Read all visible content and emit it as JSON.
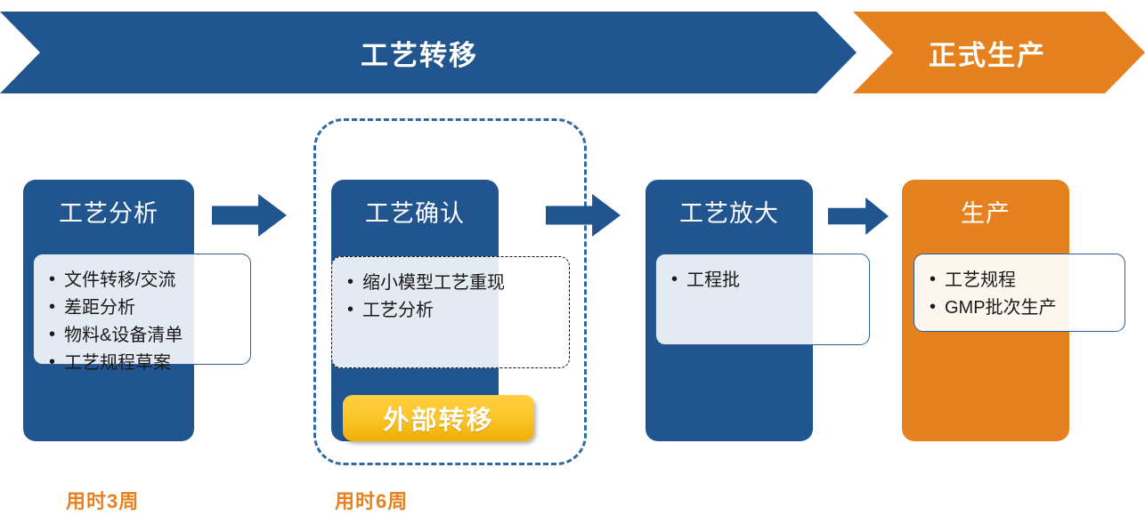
{
  "banner": {
    "segments": [
      {
        "label": "工艺转移",
        "color": "#21558F"
      },
      {
        "label": "正式生产",
        "color": "#E5811F"
      }
    ]
  },
  "stages": [
    {
      "id": "process-analysis",
      "title": "工艺分析",
      "color": "#21558F",
      "bullets": [
        "文件转移/交流",
        "差距分析",
        "物料&设备清单",
        "工艺规程草案"
      ],
      "duration": "用时3周"
    },
    {
      "id": "process-confirmation",
      "title": "工艺确认",
      "color": "#21558F",
      "bullets": [
        "缩小模型工艺重现",
        "工艺分析"
      ],
      "badge": "外部转移",
      "duration": "用时6周"
    },
    {
      "id": "process-scale-up",
      "title": "工艺放大",
      "color": "#21558F",
      "bullets": [
        "工程批"
      ]
    },
    {
      "id": "production",
      "title": "生产",
      "color": "#E5811F",
      "bullets": [
        "工艺规程",
        "GMP批次生产"
      ]
    }
  ],
  "arrows": {
    "icon": "right-block-arrow",
    "color": "#21558F",
    "count": 3
  },
  "group_frame": {
    "name": "external-transfer-group",
    "color": "#2F6AA5",
    "style": "dashed"
  },
  "colors": {
    "primary_blue": "#21558F",
    "accent_orange": "#E5811F",
    "badge_yellow": "#FDC72B",
    "card_fill": "#E8EDF4",
    "text_dark": "#1A1A1A"
  }
}
